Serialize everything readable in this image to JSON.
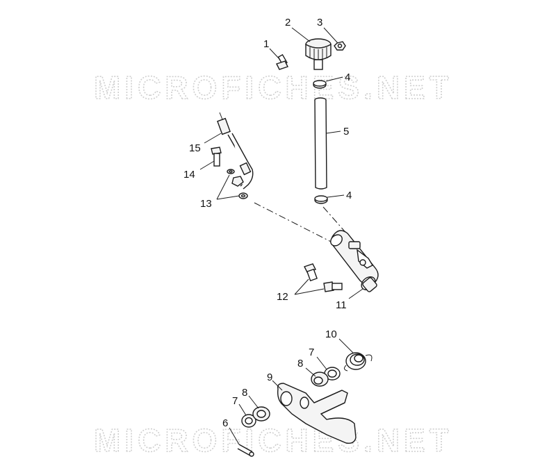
{
  "watermark": {
    "top": "MICROFICHES.NET",
    "bottom": "MICROFICHES.NET"
  },
  "callouts": {
    "c1": "1",
    "c2": "2",
    "c3": "3",
    "c4a": "4",
    "c4b": "4",
    "c5": "5",
    "c6": "6",
    "c7a": "7",
    "c7b": "7",
    "c8a": "8",
    "c8b": "8",
    "c9": "9",
    "c10": "10",
    "c11": "11",
    "c12": "12",
    "c13": "13",
    "c14": "14",
    "c15": "15"
  }
}
